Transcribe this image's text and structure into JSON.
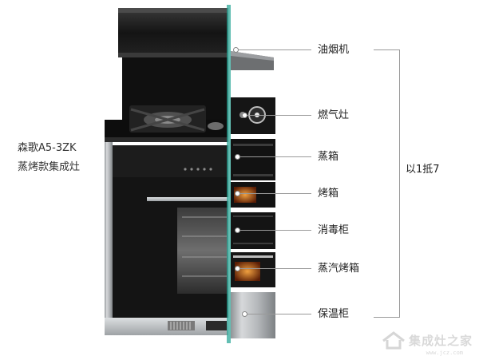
{
  "product": {
    "model_line1": "森歌A5-3ZK",
    "model_line2": "蒸烤款集成灶"
  },
  "callouts": [
    {
      "label": "油烟机"
    },
    {
      "label": "燃气灶"
    },
    {
      "label": "蒸箱"
    },
    {
      "label": "烤箱"
    },
    {
      "label": "消毒柜"
    },
    {
      "label": "蒸汽烤箱"
    },
    {
      "label": "保温柜"
    }
  ],
  "summary": "以1抵7",
  "watermark": {
    "text": "集成灶之家",
    "site": "www.jcz.com"
  },
  "colors": {
    "appliance_black": "#1b1b1b",
    "stainless": "#b9bcbf",
    "glass_divider": "#2fa89a",
    "oven_light": "#e0671c"
  }
}
